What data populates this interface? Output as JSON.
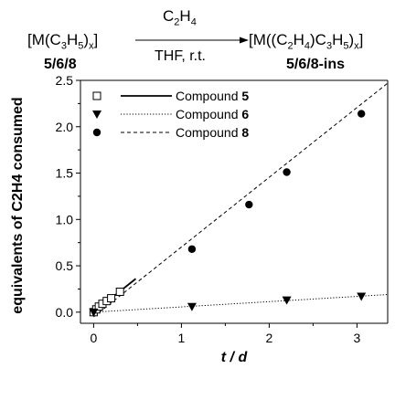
{
  "scheme": {
    "reactant": "[M(C3H5)x]",
    "reactant_label": "5/6/8",
    "reagent": "C2H4",
    "conditions": "THF, r.t.",
    "product": "[M((C2H4)C3H5)x]",
    "product_label": "5/6/8-ins"
  },
  "chart_data": {
    "type": "scatter",
    "xlabel": "t / d",
    "ylabel": "equivalents of C2H4 consumed",
    "xlim": [
      -0.15,
      3.35
    ],
    "ylim": [
      -0.12,
      2.5
    ],
    "xticks": [
      0,
      1,
      2,
      3
    ],
    "yticks": [
      0.0,
      0.5,
      1.0,
      1.5,
      2.0,
      2.5
    ],
    "ytick_labels": [
      "0.0",
      "0.5",
      "1.0",
      "1.5",
      "2.0",
      "2.5"
    ],
    "grid": false,
    "legend_position": "top-left",
    "series": [
      {
        "name": "Compound 5",
        "marker": "open-square",
        "line": "solid",
        "x": [
          0.0,
          0.03,
          0.06,
          0.1,
          0.15,
          0.2,
          0.3
        ],
        "y": [
          0.0,
          0.03,
          0.06,
          0.09,
          0.12,
          0.15,
          0.22
        ],
        "fit": [
          [
            0.0,
            0.0
          ],
          [
            0.48,
            0.36
          ]
        ]
      },
      {
        "name": "Compound 6",
        "marker": "filled-triangle-down",
        "line": "dotted",
        "x": [
          0.0,
          1.12,
          2.2,
          3.05
        ],
        "y": [
          0.0,
          0.06,
          0.13,
          0.17
        ],
        "fit": [
          [
            0.0,
            0.0
          ],
          [
            3.35,
            0.19
          ]
        ]
      },
      {
        "name": "Compound 8",
        "marker": "filled-circle",
        "line": "dashed",
        "x": [
          1.12,
          1.77,
          2.2,
          3.05
        ],
        "y": [
          0.68,
          1.16,
          1.51,
          2.14
        ],
        "fit": [
          [
            0.0,
            -0.05
          ],
          [
            3.35,
            2.47
          ]
        ]
      }
    ]
  }
}
